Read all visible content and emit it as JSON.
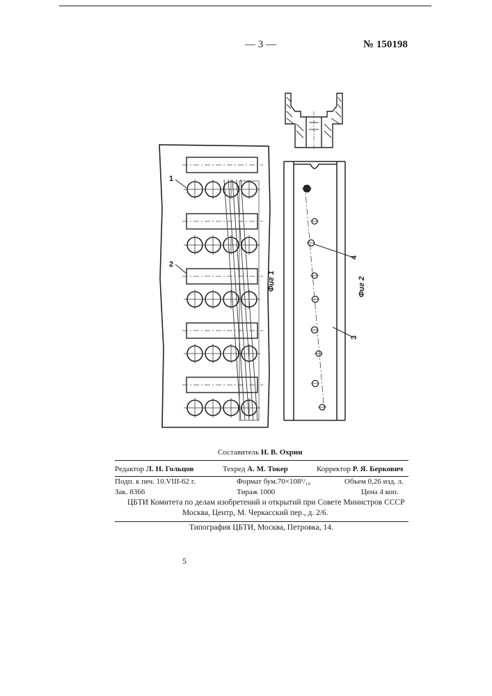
{
  "header": {
    "page_marker": "— 3 —",
    "patent_number": "№ 150198"
  },
  "figure": {
    "fig1_caption": "Фиг 1",
    "fig2_caption": "Фиг 2",
    "callout_1": "1",
    "callout_2": "2",
    "callout_3": "3",
    "callout_4": "4"
  },
  "imprint": {
    "compiler_label": "Составитель",
    "compiler_name": "Н. В. Охрин",
    "editor_label": "Редактор",
    "editor_name": "Л. Н. Гольцов",
    "techred_label": "Техред",
    "techred_name": "А. М. Токер",
    "corrector_label": "Корректор",
    "corrector_name": "Р. Я. Беркович",
    "signed": "Подп. к печ. 10.VIII-62 г.",
    "format": "Формат бум.70×108¹/₁₆",
    "volume": "Объем 0,26 изд. л.",
    "order": "Зак. 8366",
    "print_run": "Тираж 1000",
    "price": "Цена 4 коп.",
    "publisher_line1": "ЦБТИ Комитета по делам изобретений и открытий при Совете Министров СССР",
    "publisher_line2": "Москва, Центр, М. Черкасский пер., д. 2/6.",
    "typography": "Типография ЦБТИ, Москва, Петровка, 14."
  },
  "footer": {
    "page_number": "5"
  }
}
